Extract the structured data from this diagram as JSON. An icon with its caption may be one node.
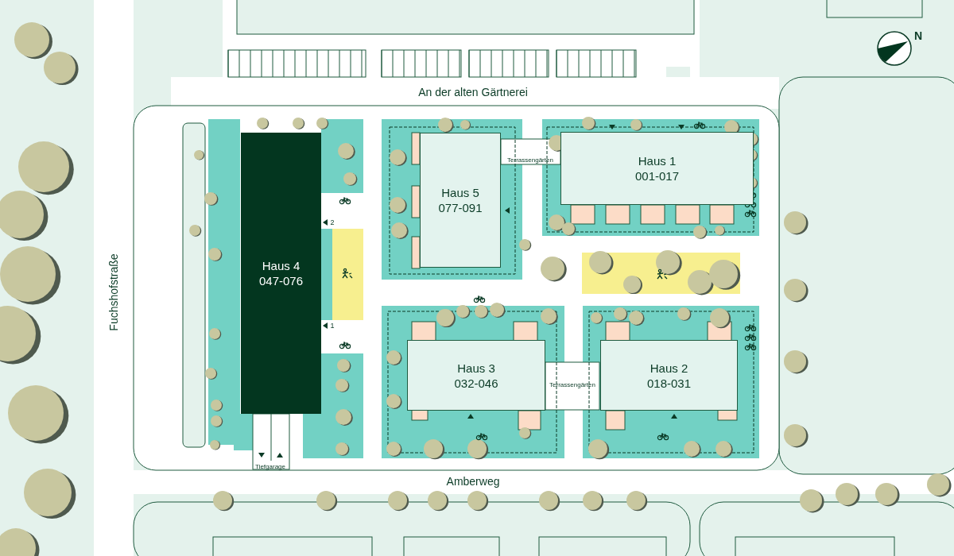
{
  "diagram": {
    "nodes": [
      {
        "text": [
          "Haus 4",
          "047-076"
        ]
      },
      {
        "text": [
          "Haus 5",
          "077-091"
        ]
      },
      {
        "text": [
          "Haus 1",
          "001-017"
        ]
      },
      {
        "text": [
          "Haus 3",
          "032-046"
        ]
      },
      {
        "text": [
          "Haus 2",
          "018-031"
        ]
      }
    ],
    "labels": [
      "An der alten Gärtnerei",
      "N",
      "Terrassengärten",
      "2",
      "1",
      "Terrassengärten",
      "Tiefgarage",
      "Amberweg",
      "Fuchshofstraße"
    ]
  }
}
